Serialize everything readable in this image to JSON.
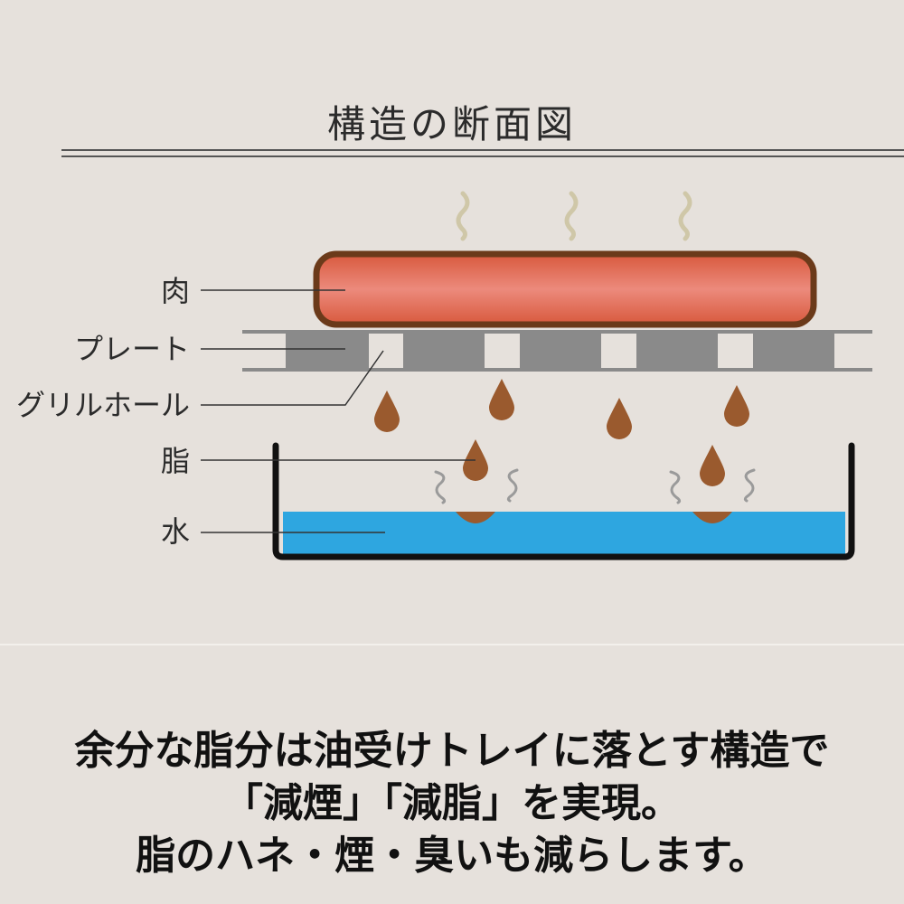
{
  "title": "構造の断面図",
  "labels": {
    "meat": "肉",
    "plate": "プレート",
    "grill_hole": "グリルホール",
    "fat": "脂",
    "water": "水"
  },
  "caption": {
    "line1": "余分な脂分は油受けトレイに落とす構造で",
    "line2": "「減煙」「減脂」を実現。",
    "line3": "脂のハネ・煙・臭いも減らします。"
  },
  "colors": {
    "background": "#e6e1dc",
    "meat_fill": "#e2745f",
    "meat_outline": "#6b3a1a",
    "plate": "#8a8a8a",
    "fat": "#9a5a2e",
    "water": "#2ea6e0",
    "steam_top": "#cfc7a8",
    "steam_tray": "#9a9a9a",
    "tray_outline": "#111111"
  },
  "icons": {
    "steam": "wavy-steam-icon",
    "drop": "fat-drop-icon"
  }
}
